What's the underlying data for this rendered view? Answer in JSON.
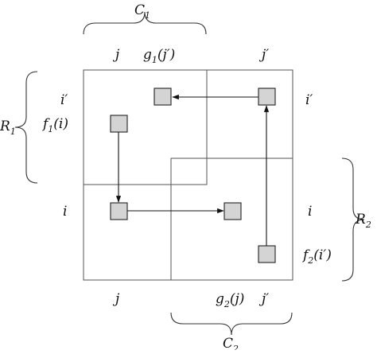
{
  "colors": {
    "frame": "#555555",
    "node_fill": "#d4d4d4",
    "ink": "#111111"
  },
  "labels": {
    "C1": {
      "base": "C",
      "sub": "1"
    },
    "C2": {
      "base": "C",
      "sub": "2"
    },
    "R1": {
      "base": "R",
      "sub": "1"
    },
    "R2": {
      "base": "R",
      "sub": "2"
    },
    "top_j": "j",
    "top_g1": {
      "base": "g",
      "sub": "1",
      "arg": "(j′)"
    },
    "top_jprime": "j′",
    "bottom_j": "j",
    "bottom_g2": {
      "base": "g",
      "sub": "2",
      "arg": "(j)"
    },
    "bottom_jprime": "j′",
    "left_iprime": "i′",
    "left_f1": {
      "base": "f",
      "sub": "1",
      "arg": "(i)"
    },
    "left_i": "i",
    "right_iprime": "i′",
    "right_i": "i",
    "right_f2": {
      "base": "f",
      "sub": "2",
      "arg": "(i′)"
    }
  }
}
